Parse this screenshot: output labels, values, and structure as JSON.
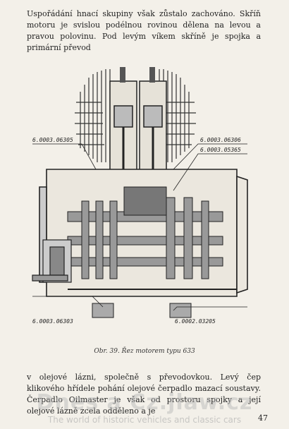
{
  "body_text_top": "Uspořádání hnací skupiny však zůstalo zachováno. Skříň motoru je svislou podélnou rovinou dělena na levou a pravou polovinu. Pod levým víkem skříně je spojka a primární převod",
  "figure": {
    "part_labels": [
      "6.0003.06305",
      "6.0003.06306",
      "6.0003.05365",
      "6.0003.06303",
      "6.0002.03205"
    ]
  },
  "caption": "Obr. 39. Řez motorem typu 633",
  "body_text_bottom": "v olejové lázni, společně s převodovkou. Levý čep klikového hřídele pohání olejové čerpadlo mazací soustavy. Čerpadlo Oilmaster je však od prostoru spojky a její olejové lázně zcela odděleno a je",
  "page_number": "47",
  "watermark": "Dnes a Cz.jlaw.cz",
  "watermark_tagline": "The world of historic vehicles and classic cars"
}
